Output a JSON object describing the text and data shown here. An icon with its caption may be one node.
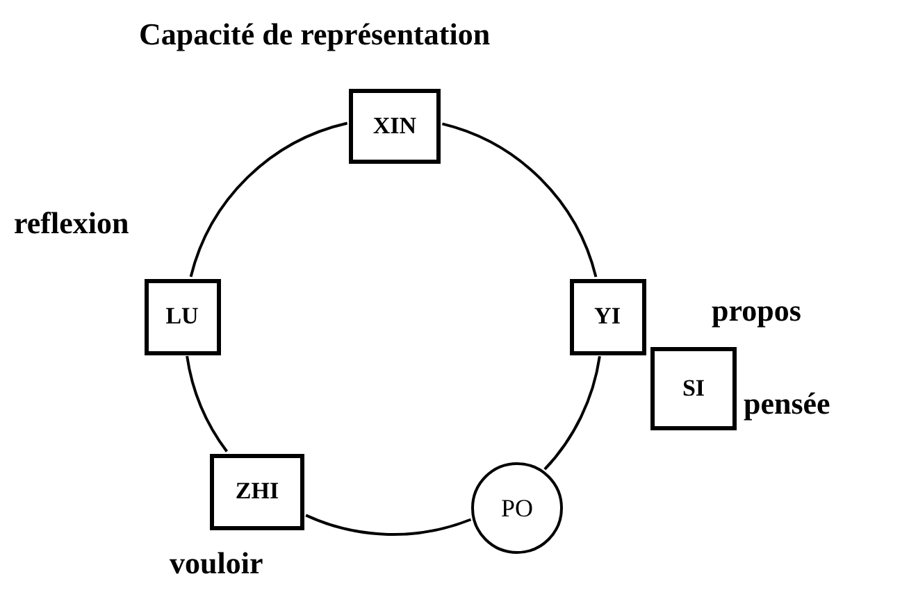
{
  "diagram": {
    "nodes": [
      {
        "text": [
          "XIN"
        ],
        "beside": [
          "Capacité de représentation"
        ]
      },
      {
        "text": [
          "LU"
        ],
        "beside": [
          "reflexion"
        ]
      },
      {
        "text": [
          "YI"
        ]
      },
      {
        "text": [
          "SI"
        ],
        "beside": [
          "pensée"
        ]
      },
      {
        "text": [
          "ZHI"
        ],
        "beside": [
          "vouloir"
        ]
      },
      {
        "text": [
          "PO"
        ]
      }
    ],
    "edges": [
      {
        "from": 0,
        "to": 2,
        "arrow": "none"
      },
      {
        "from": 2,
        "to": 5,
        "arrow": "none"
      },
      {
        "from": 5,
        "to": 4,
        "arrow": "none"
      },
      {
        "from": 4,
        "to": 1,
        "arrow": "none"
      },
      {
        "from": 1,
        "to": 0,
        "arrow": "none"
      }
    ],
    "labels": [
      "propos"
    ]
  }
}
